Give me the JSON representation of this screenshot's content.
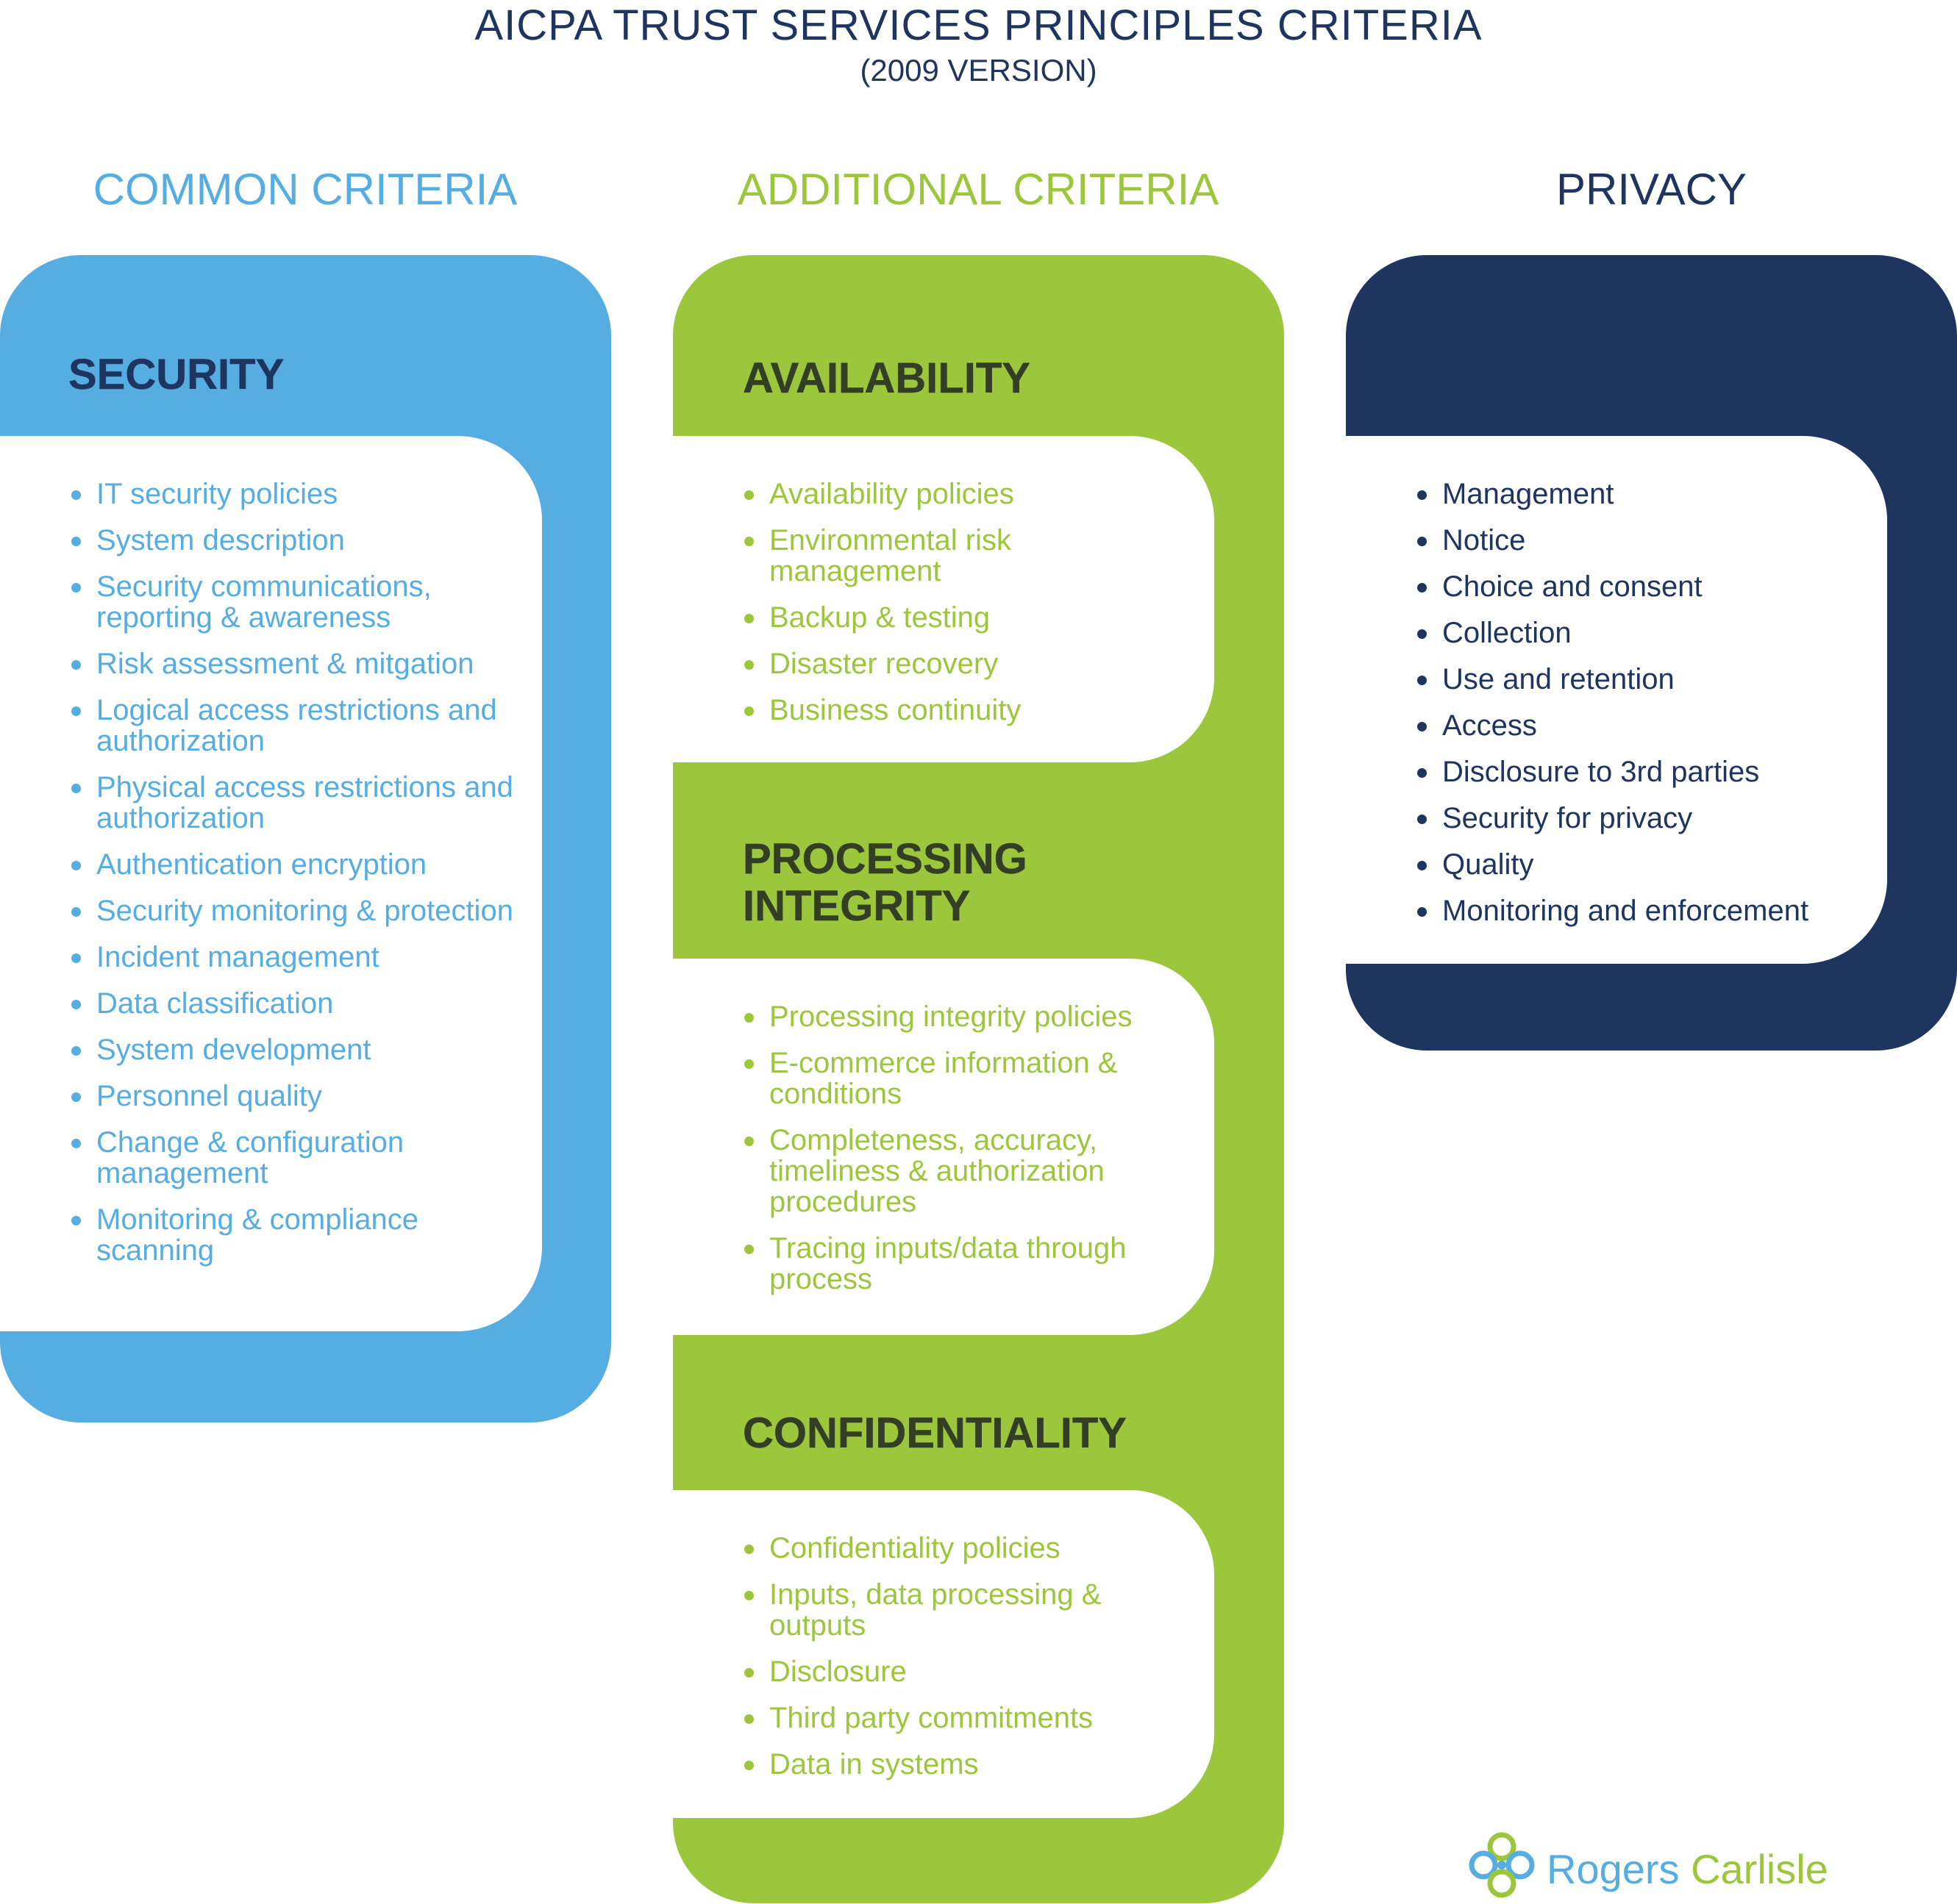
{
  "header": {
    "title": "AICPA TRUST SERVICES PRINCIPLES CRITERIA",
    "subtitle": "(2009 VERSION)"
  },
  "columns": {
    "common": "COMMON CRITERIA",
    "additional": "ADDITIONAL CRITERIA",
    "privacy": "PRIVACY"
  },
  "security": {
    "heading": "SECURITY",
    "items": [
      "IT security policies",
      "System description",
      "Security communications, reporting & awareness",
      "Risk assessment & mitgation",
      "Logical access restrictions and authorization",
      "Physical access restrictions and authorization",
      "Authentication encryption",
      "Security monitoring & protection",
      "Incident management",
      "Data classification",
      "System development",
      "Personnel quality",
      "Change & configuration management",
      "Monitoring & compliance scanning"
    ]
  },
  "availability": {
    "heading": "AVAILABILITY",
    "items": [
      "Availability policies",
      "Environmental risk management",
      "Backup & testing",
      "Disaster recovery",
      "Business continuity"
    ]
  },
  "processing_integrity": {
    "heading_line1": "PROCESSING",
    "heading_line2": "INTEGRITY",
    "items": [
      "Processing integrity policies",
      "E-commerce information & conditions",
      "Completeness, accuracy, timeliness & authorization procedures",
      "Tracing inputs/data through process"
    ]
  },
  "confidentiality": {
    "heading": "CONFIDENTIALITY",
    "items": [
      "Confidentiality policies",
      "Inputs, data processing & outputs",
      "Disclosure",
      "Third party commitments",
      "Data in systems"
    ]
  },
  "privacy": {
    "items": [
      "Management",
      "Notice",
      "Choice and consent",
      "Collection",
      "Use and retention",
      "Access",
      "Disclosure to 3rd parties",
      "Security for privacy",
      "Quality",
      "Monitoring and enforcement"
    ]
  },
  "logo": {
    "word1": "Rogers",
    "word2": "Carlisle"
  },
  "colors": {
    "blue": "#55ade2",
    "green": "#9cc73d",
    "navy": "#1e3560",
    "dark_heading": "#333f25"
  }
}
